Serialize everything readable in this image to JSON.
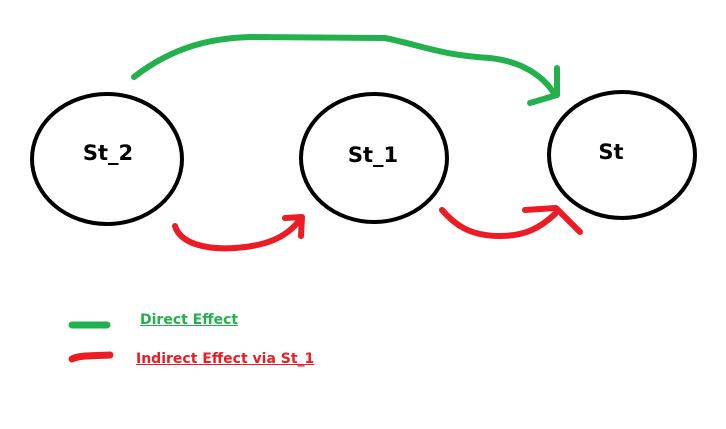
{
  "nodes": {
    "st2": {
      "label": "St_2"
    },
    "st1": {
      "label": "St_1"
    },
    "st": {
      "label": "St"
    }
  },
  "legend": {
    "direct": {
      "label": "Direct Effect",
      "color": "#22b14c"
    },
    "indirect": {
      "label": "Indirect Effect via St_1",
      "color": "#ed1c24"
    }
  },
  "colors": {
    "node_outline": "#000000",
    "background": "#ffffff"
  }
}
